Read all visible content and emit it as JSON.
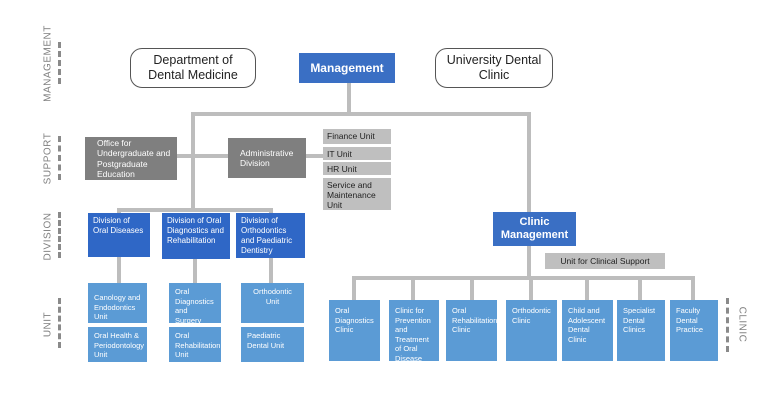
{
  "side_labels": {
    "management": "MANAGEMENT",
    "support": "SUPPORT",
    "division": "DIVISION",
    "unit": "UNIT",
    "clinic": "CLINIC"
  },
  "top": {
    "department": "Department of Dental Medicine",
    "management": "Management",
    "university_clinic": "University Dental Clinic"
  },
  "support": {
    "office": "Office for Undergraduate and Postgraduate Education",
    "administrative": "Administrative Division",
    "units": [
      "Finance Unit",
      "IT Unit",
      "HR Unit",
      "Service and Maintenance Unit"
    ]
  },
  "divisions": {
    "oral_diseases": "Division of Oral Diseases",
    "oral_diagnostics": "Division of Oral Diagnostics and Rehabilitation",
    "orthodontics": "Division of Orthodontics and Paediatric Dentistry"
  },
  "units": {
    "cariology": "Canology and Endodontics Unit",
    "oral_health": "Oral Health & Periodontology Unit",
    "oral_surgery": "Oral Diagnostics and Surgery Unit",
    "oral_rehab": "Oral Rehabilitation Unit",
    "orthodontic": "Orthodontic Unit",
    "paediatric": "Paediatric Dental Unit"
  },
  "clinic": {
    "management": "Clinic Management",
    "support": "Unit for Clinical Support",
    "clinics": [
      "Oral Diagnostics Clinic",
      "Clinic for Prevention and Treatment of Oral Disease",
      "Oral Rehabilitation Clinic",
      "Orthodontic Clinic",
      "Child and Adolescent Dental Clinic",
      "Specialist Dental Clinics",
      "Faculty Dental Practice"
    ]
  }
}
